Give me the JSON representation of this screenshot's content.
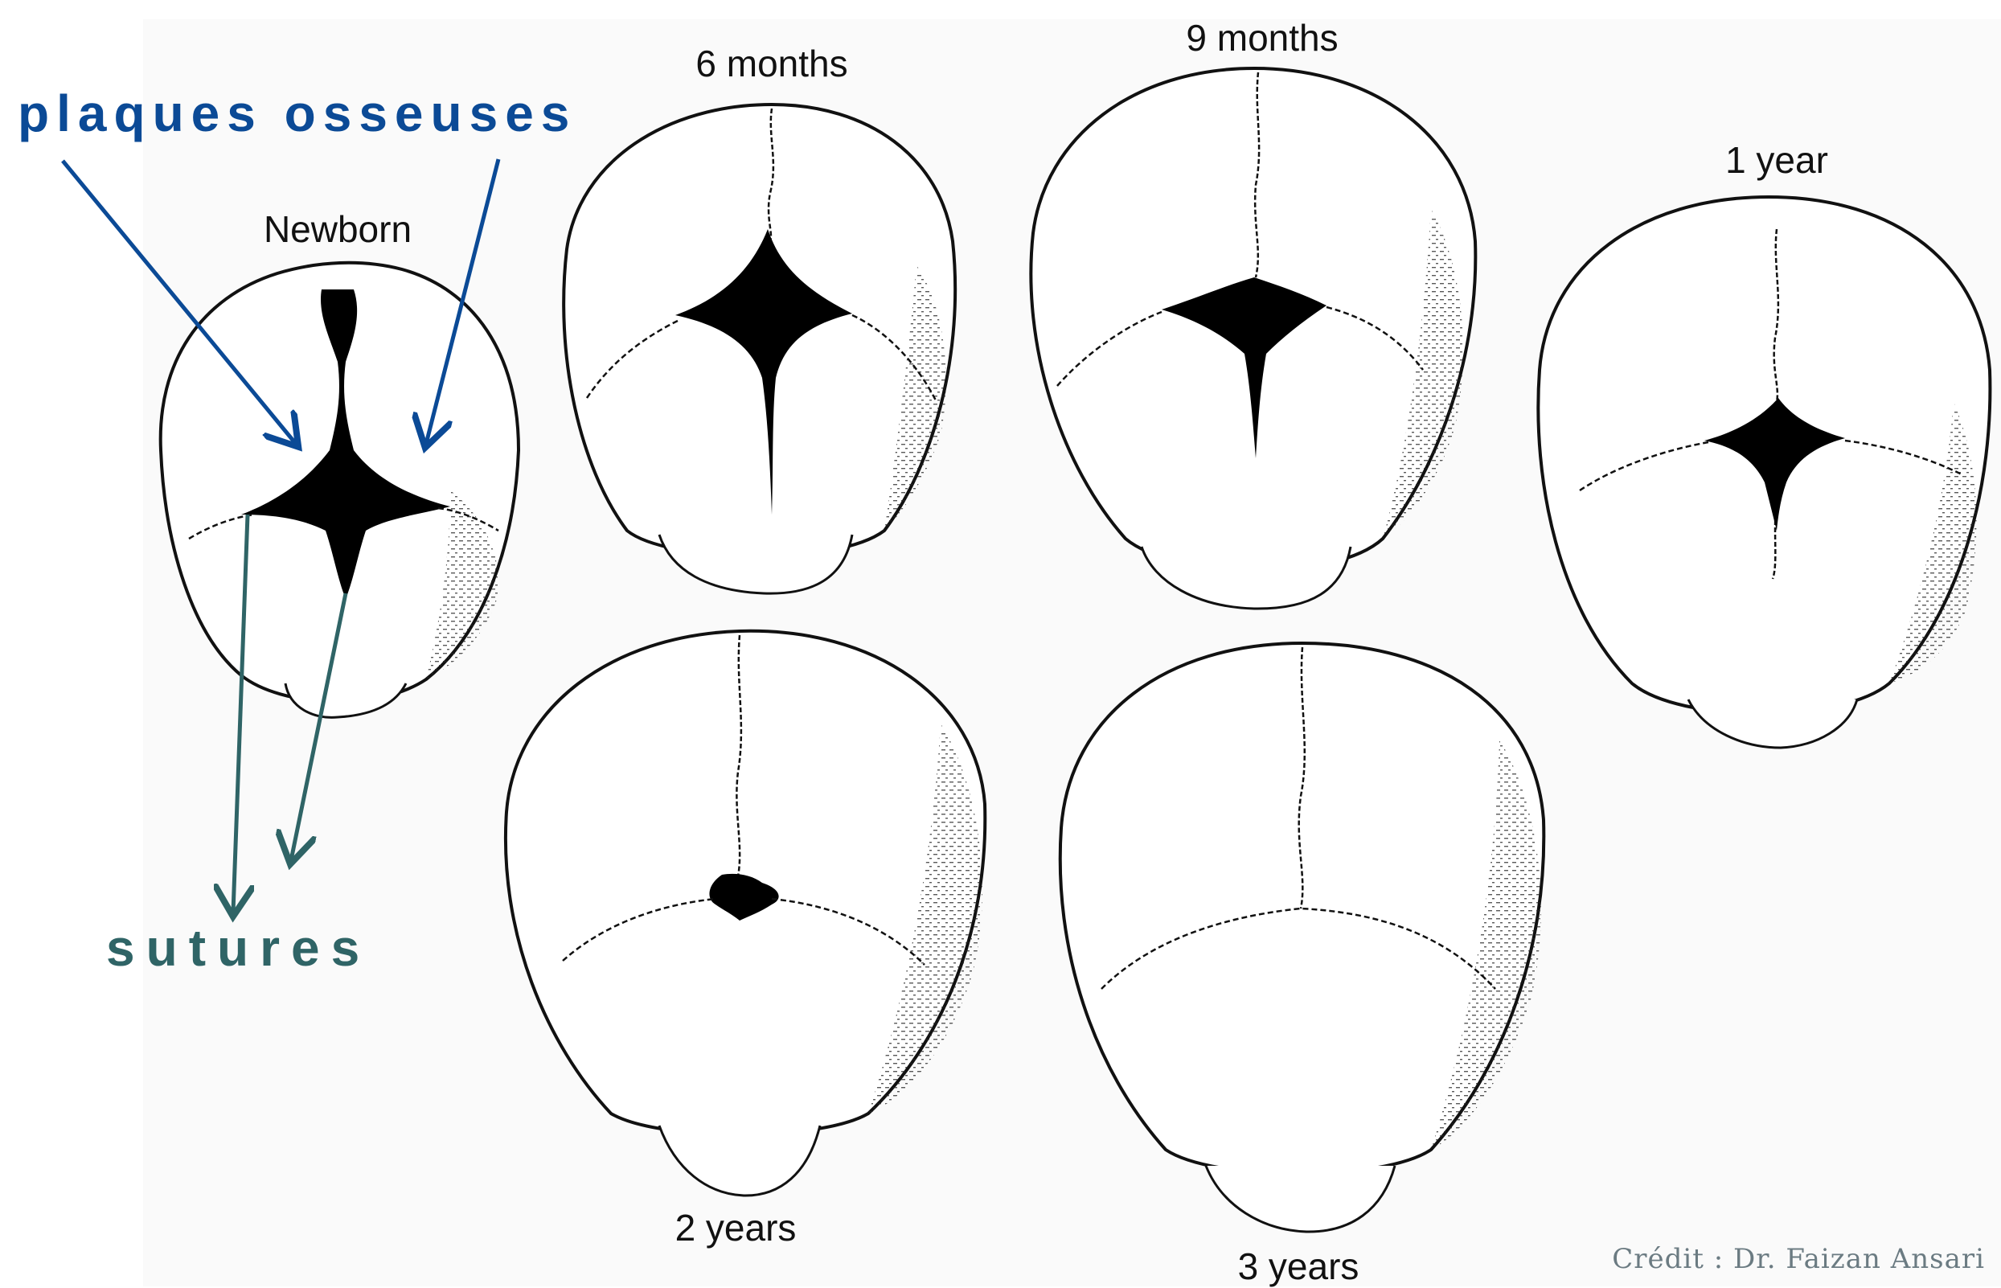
{
  "annotations": {
    "plates_label": "plaques osseuses",
    "sutures_label": "sutures",
    "plates_color": "#0b4a96",
    "sutures_color": "#2f6466"
  },
  "ages": {
    "newborn": "Newborn",
    "six_months": "6 months",
    "nine_months": "9 months",
    "one_year": "1 year",
    "two_years": "2 years",
    "three_years": "3 years"
  },
  "credit": "Crédit : Dr. Faizan Ansari",
  "colors": {
    "outline": "#111111",
    "fontanelle": "#000000",
    "credit": "#6b7b82"
  }
}
